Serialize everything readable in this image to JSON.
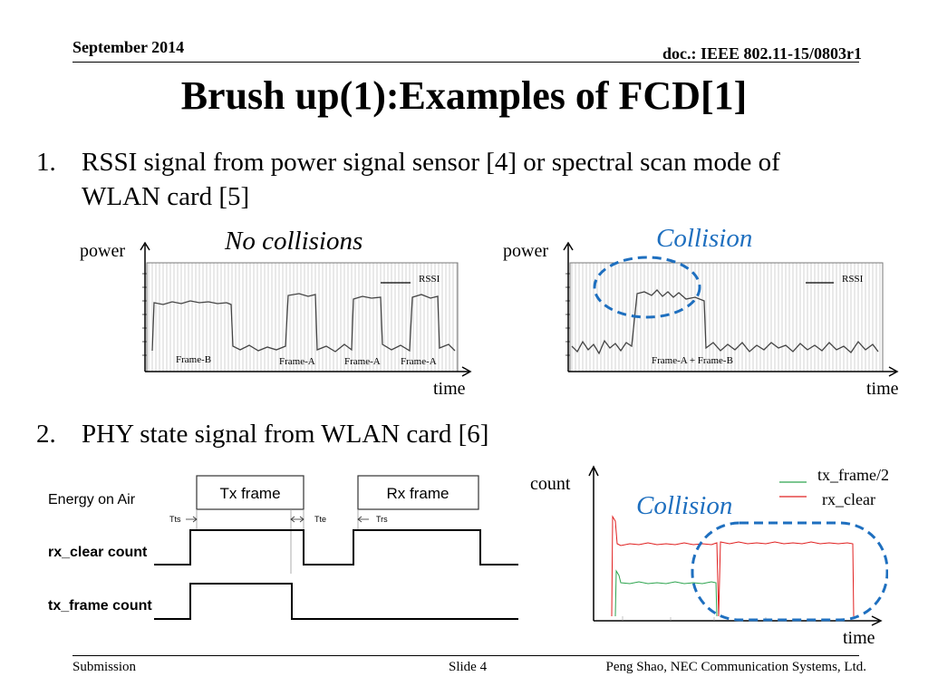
{
  "header": {
    "date": "September 2014",
    "doc": "doc.: IEEE 802.11-15/0803r1"
  },
  "title": "Brush up(1):Examples of FCD[1]",
  "items": [
    {
      "number": "1.",
      "text_line1": "RSSI signal from power signal sensor [4] or spectral scan mode of",
      "text_line2": "WLAN card [5]"
    },
    {
      "number": "2.",
      "text": "PHY state signal from WLAN card [6]"
    }
  ],
  "rssi_left": {
    "heading": "No collisions",
    "ylabel": "power",
    "xlabel": "time",
    "legend": "RSSI",
    "frame_labels": [
      "Frame-B",
      "Frame-A",
      "Frame-A",
      "Frame-A"
    ]
  },
  "rssi_right": {
    "heading": "Collision",
    "ylabel": "power",
    "xlabel": "time",
    "legend": "RSSI",
    "frame_labels": [
      "Frame-A + Frame-B"
    ]
  },
  "timing": {
    "row_labels": [
      "Energy on Air",
      "rx_clear count",
      "tx_frame count"
    ],
    "box_labels": [
      "Tx frame",
      "Rx frame"
    ],
    "interval_labels": [
      "Tts",
      "Tte",
      "Trs"
    ]
  },
  "count_chart": {
    "ylabel": "count",
    "xlabel": "time",
    "annotation": "Collision",
    "legend": [
      "tx_frame/2",
      "rx_clear"
    ],
    "colors": {
      "tx_frame": "#2ea44f",
      "rx_clear": "#e02020",
      "annotation": "#1e6fbf"
    }
  },
  "footer": {
    "left": "Submission",
    "center": "Slide 4",
    "right": "Peng Shao, NEC Communication Systems, Ltd."
  }
}
